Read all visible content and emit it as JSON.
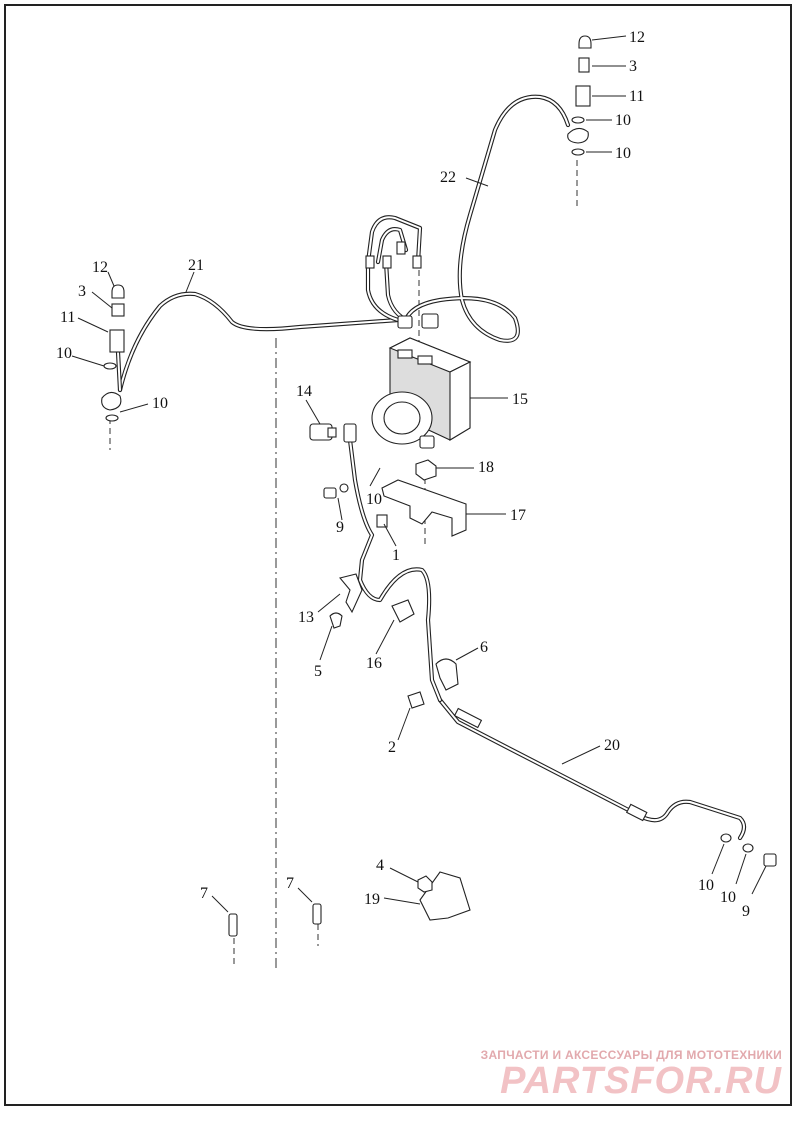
{
  "diagram": {
    "callouts": [
      "12",
      "3",
      "11",
      "10",
      "10",
      "22",
      "21",
      "12",
      "3",
      "11",
      "10",
      "10",
      "14",
      "15",
      "10",
      "18",
      "9",
      "1",
      "17",
      "13",
      "16",
      "6",
      "5",
      "2",
      "20",
      "4",
      "19",
      "7",
      "7",
      "10",
      "10",
      "9"
    ]
  },
  "watermark": {
    "tagline": "ЗАПЧАСТИ И АКСЕССУАРЫ ДЛЯ МОТОТЕХНИКИ",
    "logo": "PARTSFOR.RU",
    "colors": {
      "tagline": "#e2a9ad",
      "logo": "#f2c2c5"
    }
  }
}
